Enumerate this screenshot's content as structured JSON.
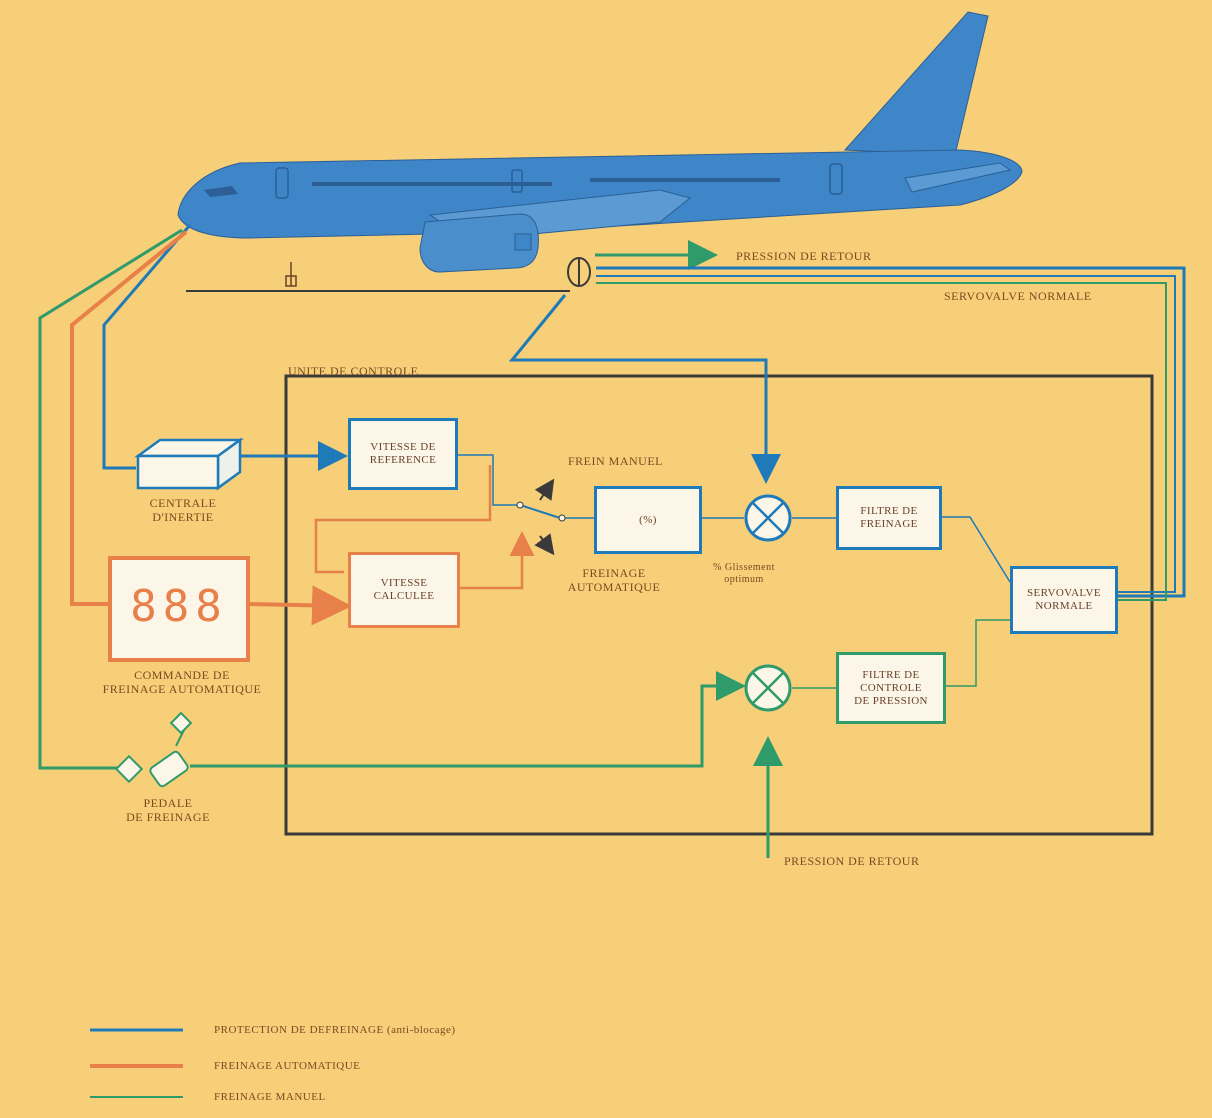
{
  "diagram": {
    "labels": {
      "pression_retour_top": "PRESSION DE RETOUR",
      "servovalve_top": "SERVOVALVE NORMALE",
      "unite_controle": "UNITE DE CONTROLE",
      "centrale_inertie": "CENTRALE\nD'INERTIE",
      "commande_freinage": "COMMANDE DE\nFREINAGE AUTOMATIQUE",
      "pedale_freinage": "PEDALE\nDE FREINAGE",
      "frein_manuel": "FREIN MANUEL",
      "freinage_automatique": "FREINAGE\nAUTOMATIQUE",
      "glissement_optimum": "% Glissement\noptimum",
      "pression_retour_bottom": "PRESSION DE RETOUR"
    },
    "boxes": {
      "vitesse_reference": "VITESSE DE\nREFERENCE",
      "vitesse_calculee": "VITESSE\nCALCULEE",
      "pct_box": "(%)",
      "filtre_freinage": "FILTRE DE\nFREINAGE",
      "servovalve_normale": "SERVOVALVE\nNORMALE",
      "filtre_controle_pression": "FILTRE DE\nCONTROLE\nDE PRESSION"
    },
    "autobrake_display": "888"
  },
  "legend": [
    {
      "label": "PROTECTION DE DEFREINAGE (anti-blocage)",
      "color": "#1e7ab8"
    },
    {
      "label": "FREINAGE AUTOMATIQUE",
      "color": "#e8804a"
    },
    {
      "label": "FREINAGE MANUEL",
      "color": "#2f9a6a"
    }
  ],
  "colors": {
    "background": "#f6cf78",
    "aircraft": "#3f86c8",
    "blue_line": "#1e7ab8",
    "orange_line": "#e8804a",
    "green_line": "#2f9a6a",
    "control_unit_border": "#3a3a3a"
  }
}
